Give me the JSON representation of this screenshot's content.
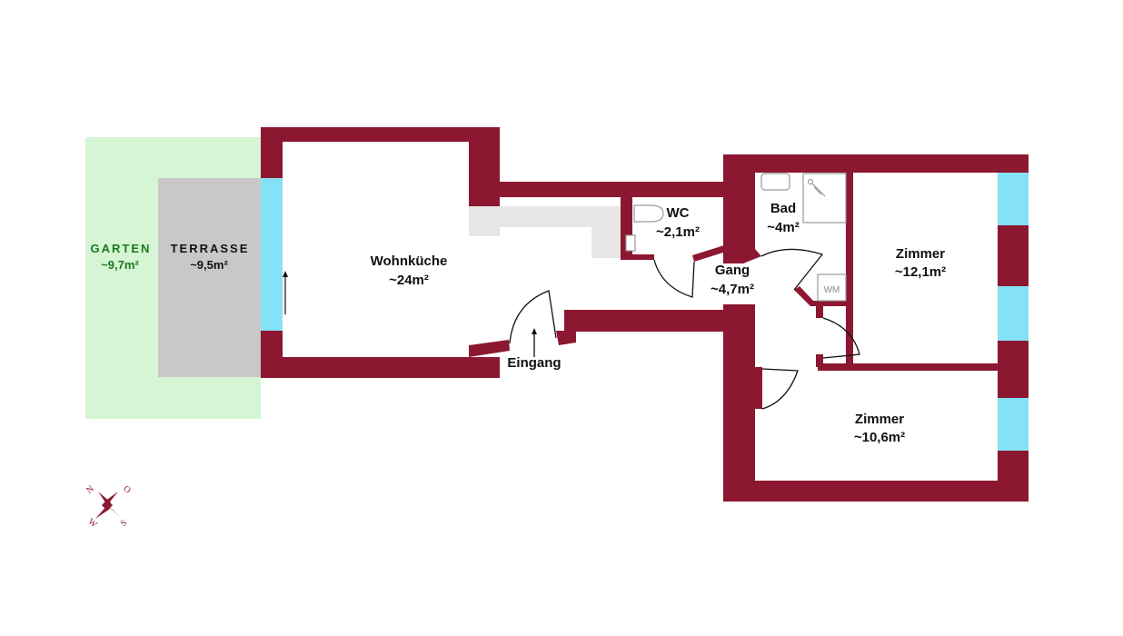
{
  "plan": {
    "garden": {
      "name": "GARTEN",
      "area": "~9,7m²"
    },
    "terrace": {
      "name": "TERRASSE",
      "area": "~9,5m²"
    },
    "rooms": {
      "wohnkueche": {
        "name": "Wohnküche",
        "area": "~24m²"
      },
      "wc": {
        "name": "WC",
        "area": "~2,1m²"
      },
      "bad": {
        "name": "Bad",
        "area": "~4m²"
      },
      "gang": {
        "name": "Gang",
        "area": "~4,7m²"
      },
      "zimmer1": {
        "name": "Zimmer",
        "area": "~12,1m²"
      },
      "zimmer2": {
        "name": "Zimmer",
        "area": "~10,6m²"
      }
    },
    "entrance": "Eingang",
    "washer": "WM",
    "compass": {
      "n": "N",
      "o": "O",
      "s": "S",
      "w": "W"
    }
  },
  "colors": {
    "wall": "#8c1730",
    "window": "#85e1f5",
    "garden": "#d5f5d5",
    "terrace": "#c8c8c8",
    "kitchen_counter": "#e6e6e6"
  }
}
